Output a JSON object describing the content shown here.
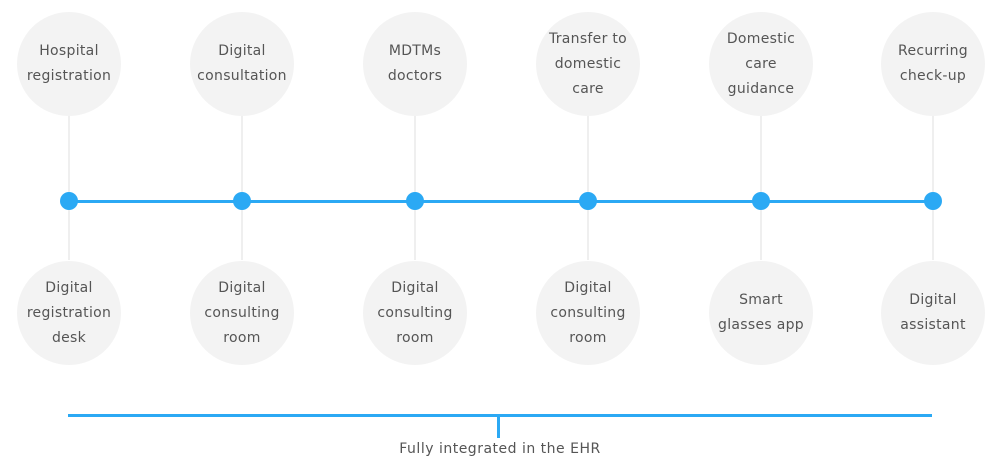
{
  "diagram": {
    "accent_color": "#2ba9f4",
    "circle_color": "#f3f3f3",
    "steps": [
      {
        "top_label": "Hospital\nregistration",
        "bottom_label": "Digital\nregistration\ndesk"
      },
      {
        "top_label": "Digital\nconsultation",
        "bottom_label": "Digital\nconsulting\nroom"
      },
      {
        "top_label": "MDTMs\ndoctors",
        "bottom_label": "Digital\nconsulting\nroom"
      },
      {
        "top_label": "Transfer to\ndomestic\ncare",
        "bottom_label": "Digital\nconsulting\nroom"
      },
      {
        "top_label": "Domestic\ncare\nguidance",
        "bottom_label": "Smart\nglasses app"
      },
      {
        "top_label": "Recurring\ncheck-up",
        "bottom_label": "Digital\nassistant"
      }
    ],
    "footer_caption": "Fully integrated in the EHR"
  }
}
